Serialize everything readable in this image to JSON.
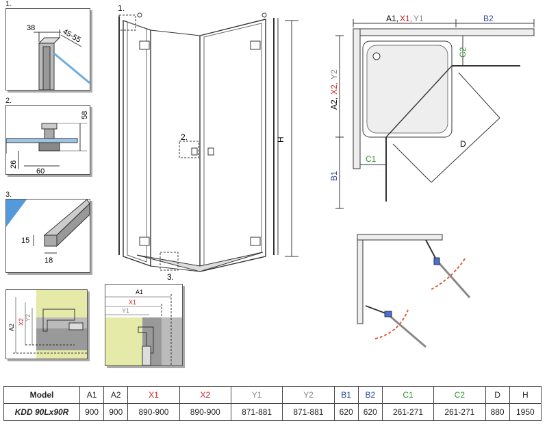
{
  "details": {
    "d1": {
      "label": "1.",
      "dim_a": "38",
      "dim_b": "45-55"
    },
    "d2": {
      "label": "2.",
      "dim_h": "58",
      "dim_v": "26",
      "dim_w": "60"
    },
    "d3": {
      "label": "3.",
      "dim_h": "15",
      "dim_w": "18"
    },
    "d4": {
      "a2": "A2",
      "x2": "X2",
      "y2": "Y2"
    },
    "d5": {
      "a1": "A1",
      "x1": "X1",
      "y1": "Y1"
    }
  },
  "front_view": {
    "callout_1": "1.",
    "callout_2": "2.",
    "callout_3": "3.",
    "height_label": "H"
  },
  "top_view": {
    "label_a1": "A1,",
    "label_x1": "X1,",
    "label_y1": "Y1",
    "label_b2": "B2",
    "label_c2": "C2",
    "label_a2": "A2,",
    "label_x2": "X2,",
    "label_y2": "Y2",
    "label_d": "D",
    "label_c1": "C1",
    "label_b1": "B1"
  },
  "colors": {
    "red": "#cc2222",
    "green": "#2e9a2e",
    "blue": "#2a4a9a",
    "gray": "#888888",
    "cream": "#e6eaa8",
    "arrow": "#e05a3a"
  },
  "table": {
    "headers": [
      "Model",
      "A1",
      "A2",
      "X1",
      "X2",
      "Y1",
      "Y2",
      "B1",
      "B2",
      "C1",
      "C2",
      "D",
      "H"
    ],
    "header_colors": [
      "#111",
      "#111",
      "#111",
      "#cc2222",
      "#cc2222",
      "#888888",
      "#888888",
      "#2a4a9a",
      "#2a4a9a",
      "#2e9a2e",
      "#2e9a2e",
      "#111",
      "#111"
    ],
    "row": [
      "KDD 90Lx90R",
      "900",
      "900",
      "890-900",
      "890-900",
      "871-881",
      "871-881",
      "620",
      "620",
      "261-271",
      "261-271",
      "880",
      "1950"
    ]
  }
}
